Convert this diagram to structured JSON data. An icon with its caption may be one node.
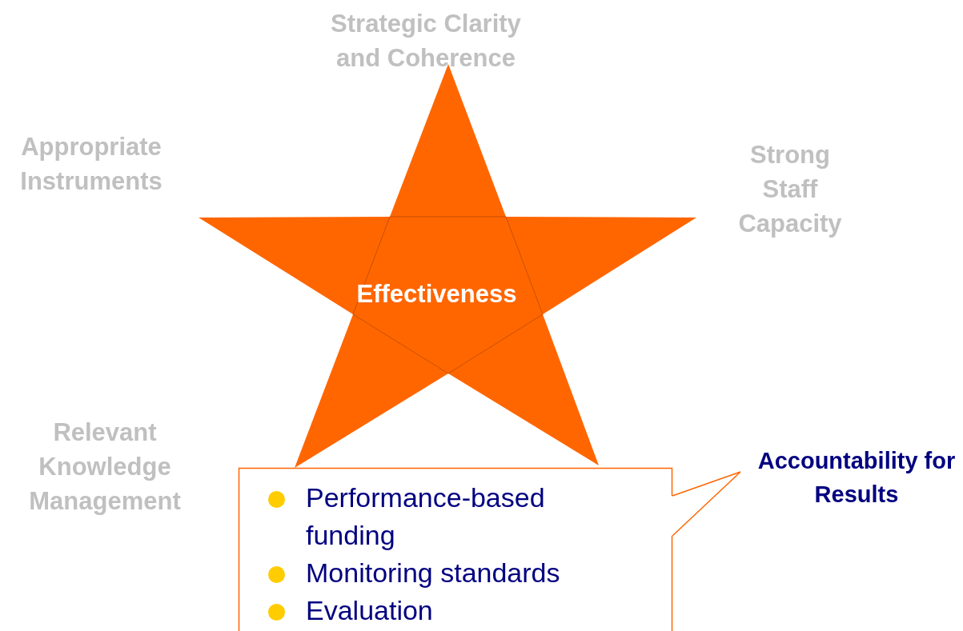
{
  "diagram": {
    "nodes": [
      {
        "text": [
          "Effectiveness"
        ]
      },
      {
        "text": [
          "Performance-based funding",
          "Monitoring standards",
          "Evaluation"
        ]
      },
      {
        "text": [
          "Accountability for Results"
        ]
      }
    ],
    "edges": [
      {
        "from": 1,
        "to": 2,
        "arrow": "none"
      }
    ],
    "labels": [
      "Strategic Clarity and Coherence",
      "Appropriate Instruments",
      "Strong Staff Capacity",
      "Relevant Knowledge Management"
    ]
  }
}
